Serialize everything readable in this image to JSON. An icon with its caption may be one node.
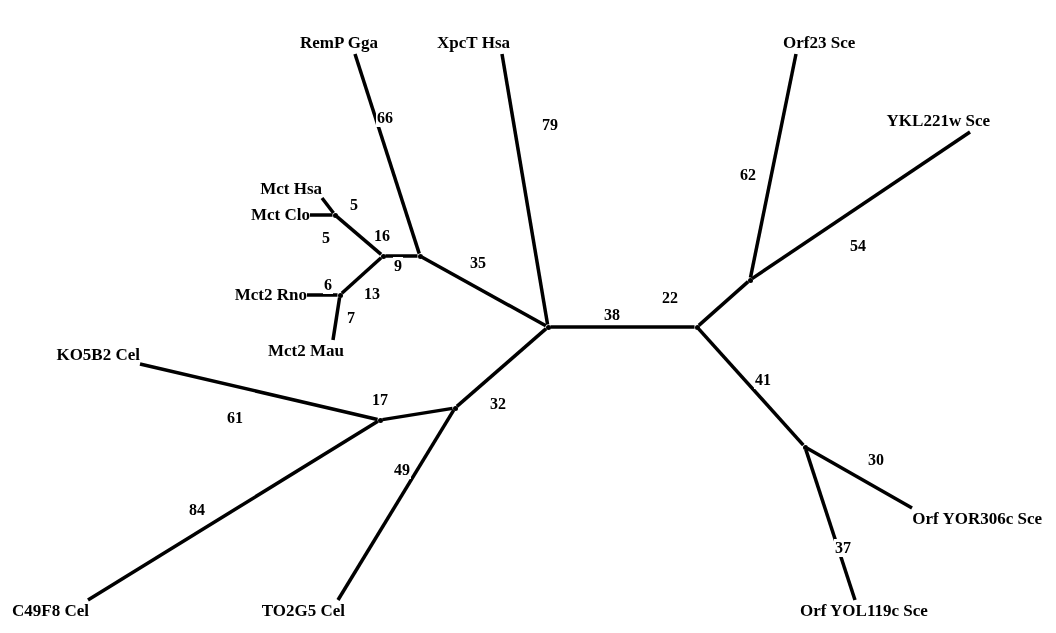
{
  "diagram": {
    "nodes": [
      {
        "text": [
          "RemP Gga"
        ]
      },
      {
        "text": [
          "XpcT Hsa"
        ]
      },
      {
        "text": [
          "Orf23 Sce"
        ]
      },
      {
        "text": [
          "YKL221w Sce"
        ]
      },
      {
        "text": [
          "Mct Hsa"
        ]
      },
      {
        "text": [
          "Mct Clo"
        ]
      },
      {
        "text": [
          "Mct2 Rno"
        ]
      },
      {
        "text": [
          "Mct2 Mau"
        ]
      },
      {
        "text": [
          "KO5B2 Cel"
        ]
      },
      {
        "text": [
          "Orf YOR306c Sce"
        ]
      },
      {
        "text": [
          "C49F8 Cel"
        ]
      },
      {
        "text": [
          "TO2G5 Cel"
        ]
      },
      {
        "text": [
          "Orf YOL119c Sce"
        ]
      },
      {
        "text": [],
        "shape": "dot"
      },
      {
        "text": [],
        "shape": "dot"
      },
      {
        "text": [],
        "shape": "dot"
      },
      {
        "text": [],
        "shape": "dot"
      },
      {
        "text": [],
        "shape": "dot"
      },
      {
        "text": [],
        "shape": "dot"
      },
      {
        "text": [],
        "shape": "dot"
      },
      {
        "text": [],
        "shape": "dot"
      },
      {
        "text": [],
        "shape": "dot"
      },
      {
        "text": [],
        "shape": "dot"
      }
    ],
    "edges": [
      {
        "from": 13,
        "to": 14,
        "arrow": "none",
        "label": "38"
      },
      {
        "from": 14,
        "to": 15,
        "arrow": "none",
        "label": "22"
      },
      {
        "from": 15,
        "to": 2,
        "arrow": "none",
        "label": "62"
      },
      {
        "from": 15,
        "to": 3,
        "arrow": "none",
        "label": "54"
      },
      {
        "from": 14,
        "to": 16,
        "arrow": "none",
        "label": "41"
      },
      {
        "from": 16,
        "to": 9,
        "arrow": "none",
        "label": "30"
      },
      {
        "from": 16,
        "to": 12,
        "arrow": "none",
        "label": "37"
      },
      {
        "from": 13,
        "to": 1,
        "arrow": "none",
        "label": "79"
      },
      {
        "from": 13,
        "to": 19,
        "arrow": "none",
        "label": "35"
      },
      {
        "from": 19,
        "to": 0,
        "arrow": "none",
        "label": "66"
      },
      {
        "from": 19,
        "to": 20,
        "arrow": "none",
        "label": "9"
      },
      {
        "from": 20,
        "to": 21,
        "arrow": "none",
        "label": "16"
      },
      {
        "from": 21,
        "to": 4,
        "arrow": "none",
        "label": "5"
      },
      {
        "from": 21,
        "to": 5,
        "arrow": "none",
        "label": "5"
      },
      {
        "from": 20,
        "to": 22,
        "arrow": "none",
        "label": "13"
      },
      {
        "from": 22,
        "to": 6,
        "arrow": "none",
        "label": "6"
      },
      {
        "from": 22,
        "to": 7,
        "arrow": "none",
        "label": "7"
      },
      {
        "from": 13,
        "to": 17,
        "arrow": "none",
        "label": "32"
      },
      {
        "from": 17,
        "to": 18,
        "arrow": "none",
        "label": "17"
      },
      {
        "from": 18,
        "to": 8,
        "arrow": "none",
        "label": "61"
      },
      {
        "from": 18,
        "to": 10,
        "arrow": "none",
        "label": "84"
      },
      {
        "from": 17,
        "to": 11,
        "arrow": "none",
        "label": "49"
      }
    ]
  }
}
